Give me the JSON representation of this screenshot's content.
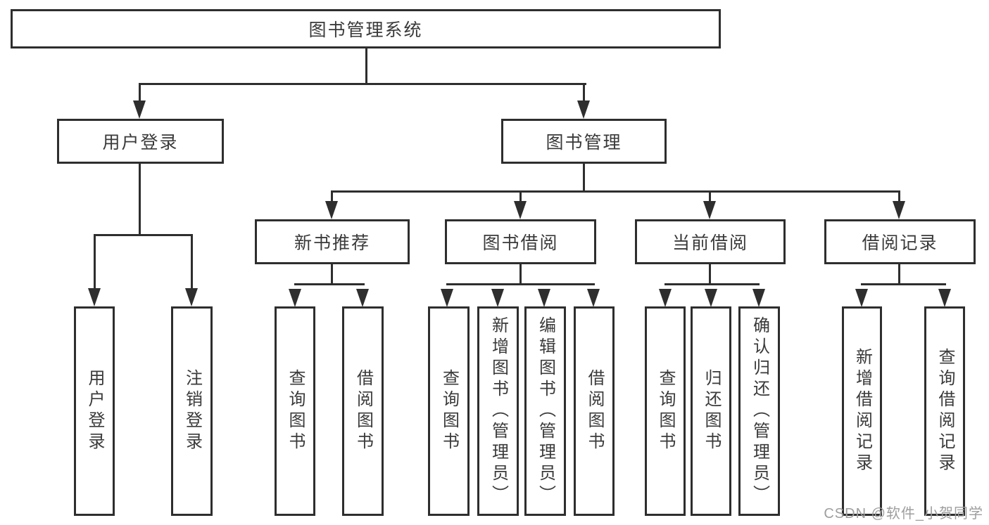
{
  "diagram": {
    "root": {
      "label": "图书管理系统"
    },
    "branches": [
      {
        "label": "用户登录",
        "children": [
          {
            "label": "用户登录"
          },
          {
            "label": "注销登录"
          }
        ]
      },
      {
        "label": "图书管理",
        "children": [
          {
            "label": "新书推荐",
            "children": [
              {
                "label": "查询图书"
              },
              {
                "label": "借阅图书"
              }
            ]
          },
          {
            "label": "图书借阅",
            "children": [
              {
                "label": "查询图书"
              },
              {
                "label": "新增图书（管理员）"
              },
              {
                "label": "编辑图书（管理员）"
              },
              {
                "label": "借阅图书"
              }
            ]
          },
          {
            "label": "当前借阅",
            "children": [
              {
                "label": "查询图书"
              },
              {
                "label": "归还图书"
              },
              {
                "label": "确认归还（管理员）"
              }
            ]
          },
          {
            "label": "借阅记录",
            "children": [
              {
                "label": "新增借阅记录"
              },
              {
                "label": "查询借阅记录"
              }
            ]
          }
        ]
      }
    ]
  },
  "watermark": {
    "text": "CSDN @软件_小贺同学"
  },
  "colors": {
    "line": "#2e2e2e",
    "text": "#3a3a3a",
    "watermark": "#9e9e9e",
    "background": "#ffffff"
  }
}
